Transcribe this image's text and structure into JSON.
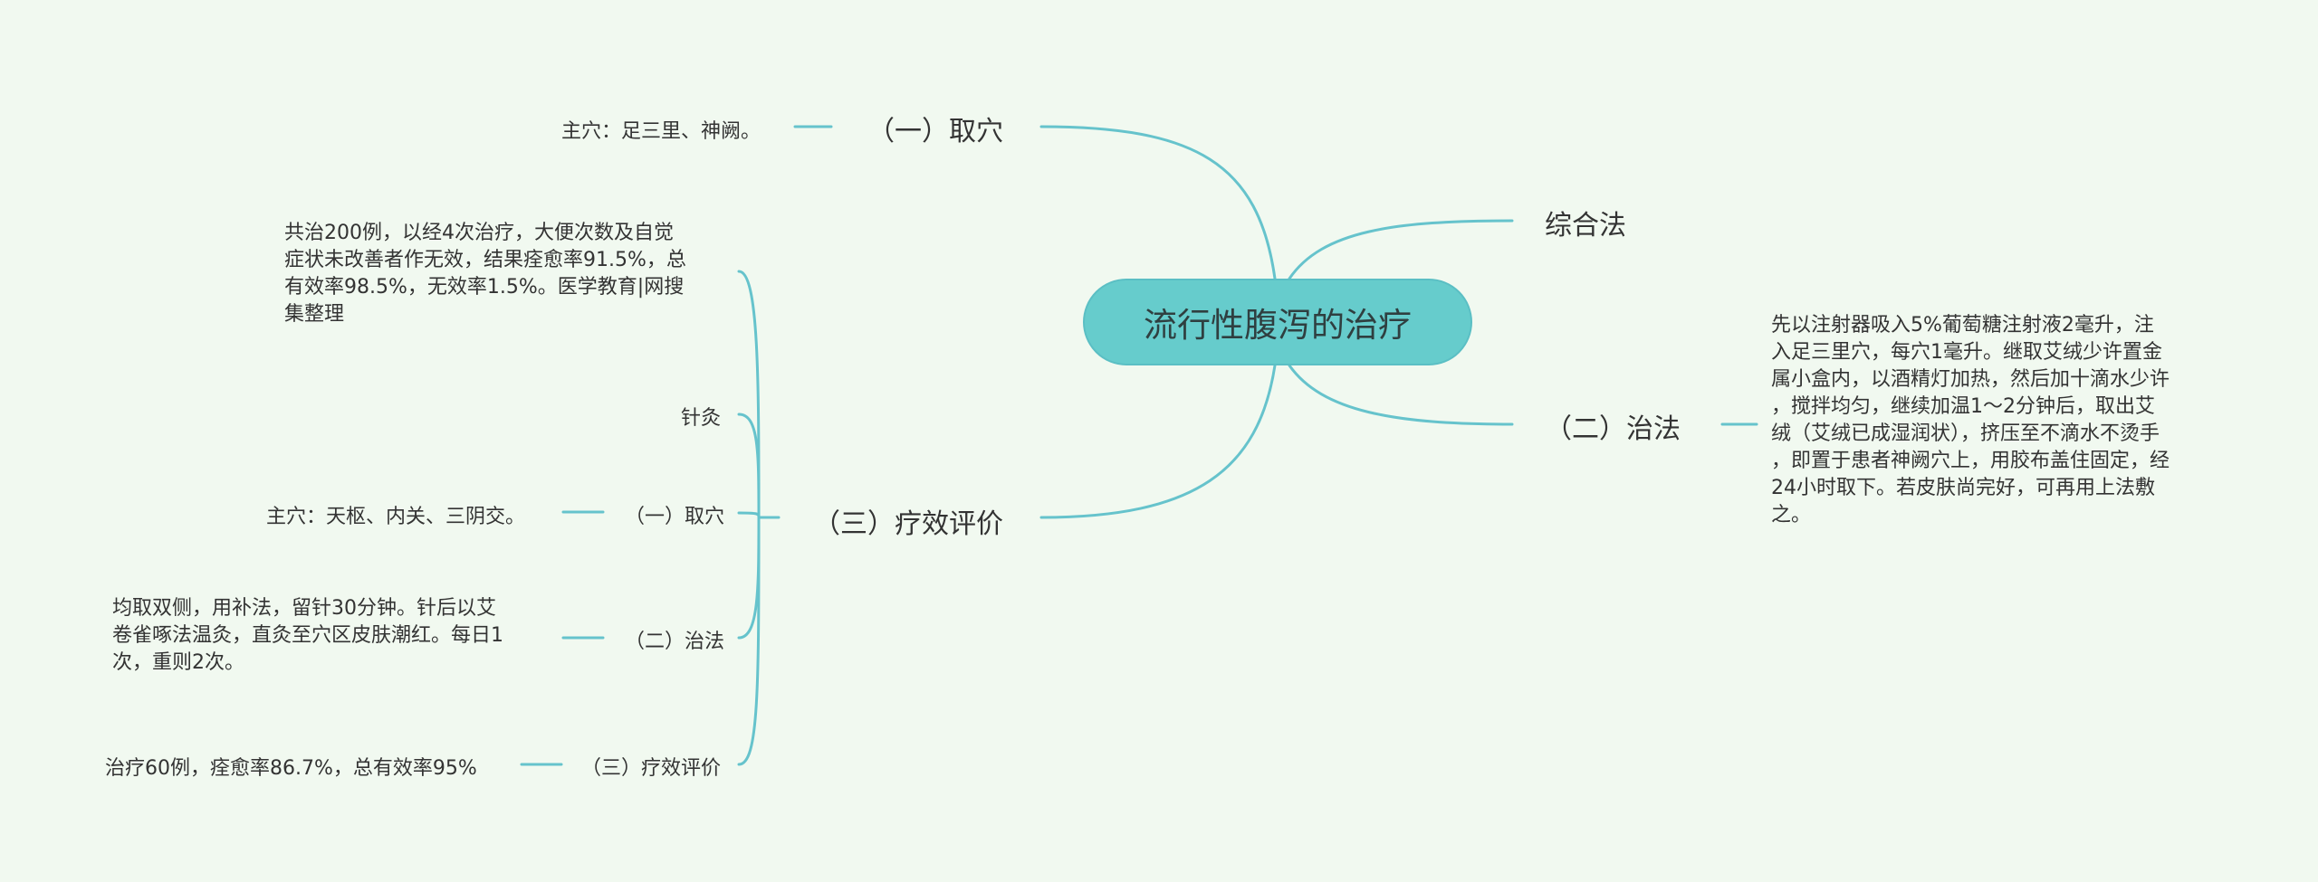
{
  "root": {
    "title": "流行性腹泻的治疗"
  },
  "right": {
    "zonghe": "综合法",
    "zhifa": "（二）治法",
    "zhifa_detail": [
      "先以注射器吸入5%葡萄糖注射液2毫升，注",
      "入足三里穴，每穴1毫升。继取艾绒少许置金",
      "属小盒内，以酒精灯加热，然后加十滴水少许",
      "，搅拌均匀，继续加温1～2分钟后，取出艾",
      "绒（艾绒已成湿润状），挤压至不滴水不烫手",
      "，即置于患者神阙穴上，用胶布盖住固定，经",
      "24小时取下。若皮肤尚完好，可再用上法敷",
      "之。"
    ]
  },
  "left": {
    "quxue": "（一）取穴",
    "quxue_detail": "主穴：足三里、神阙。",
    "pingjia": "（三）疗效评价",
    "pingjia_children": {
      "summary": [
        "共治200例，以经4次治疗，大便次数及自觉",
        "症状未改善者作无效，结果痊愈率91.5%，总",
        "有效率98.5%，无效率1.5%。医学教育|网搜",
        "集整理"
      ],
      "zhenjiu": "针灸",
      "quxue": "（一）取穴",
      "quxue_detail": "主穴：天枢、内关、三阴交。",
      "zhifa": "（二）治法",
      "zhifa_detail": [
        "均取双侧，用补法，留针30分钟。针后以艾",
        "卷雀啄法温灸，直灸至穴区皮肤潮红。每日1",
        "次，重则2次。"
      ],
      "pingjia": "（三）疗效评价",
      "pingjia_detail": "治疗60例，痊愈率86.7%，总有效率95%"
    }
  },
  "colors": {
    "line": "#66c3cc",
    "root_fill": "#66cccc",
    "background": "#f1f9f0"
  }
}
